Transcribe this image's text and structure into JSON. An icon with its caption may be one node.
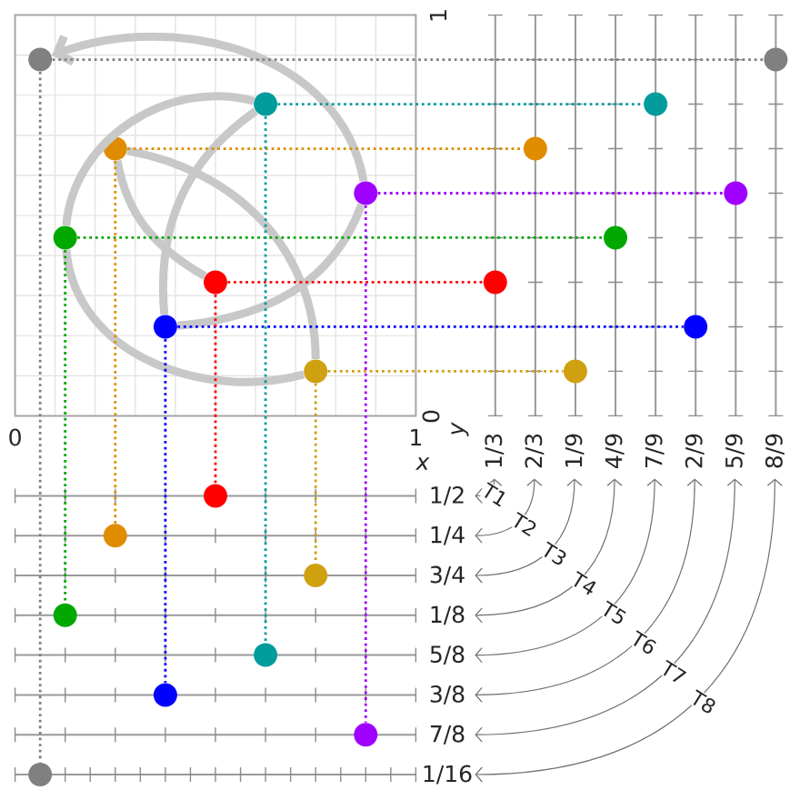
{
  "diagram": {
    "nodes": [
      {
        "text": [],
        "shape": "circle"
      },
      {
        "text": [],
        "shape": "circle"
      },
      {
        "text": [],
        "shape": "circle"
      },
      {
        "text": [],
        "shape": "circle"
      },
      {
        "text": [],
        "shape": "circle"
      },
      {
        "text": [],
        "shape": "circle"
      },
      {
        "text": [],
        "shape": "circle"
      },
      {
        "text": [],
        "shape": "circle"
      },
      {
        "text": [],
        "shape": "circle"
      },
      {
        "text": [],
        "shape": "circle"
      },
      {
        "text": [],
        "shape": "circle"
      },
      {
        "text": [],
        "shape": "circle"
      },
      {
        "text": [],
        "shape": "circle"
      },
      {
        "text": [],
        "shape": "circle"
      },
      {
        "text": [],
        "shape": "circle"
      },
      {
        "text": [],
        "shape": "circle"
      },
      {
        "text": [],
        "shape": "circle"
      },
      {
        "text": [],
        "shape": "circle"
      },
      {
        "text": [],
        "shape": "circle"
      },
      {
        "text": [],
        "shape": "circle"
      },
      {
        "text": [],
        "shape": "circle"
      },
      {
        "text": [],
        "shape": "circle"
      },
      {
        "text": [],
        "shape": "circle"
      },
      {
        "text": [],
        "shape": "circle"
      },
      {
        "text": [
          "1/3"
        ]
      },
      {
        "text": [
          "2/3"
        ]
      },
      {
        "text": [
          "1/9"
        ]
      },
      {
        "text": [
          "4/9"
        ]
      },
      {
        "text": [
          "7/9"
        ]
      },
      {
        "text": [
          "2/9"
        ]
      },
      {
        "text": [
          "5/9"
        ]
      },
      {
        "text": [
          "8/9"
        ]
      },
      {
        "text": [
          "1/2"
        ]
      },
      {
        "text": [
          "1/4"
        ]
      },
      {
        "text": [
          "3/4"
        ]
      },
      {
        "text": [
          "1/8"
        ]
      },
      {
        "text": [
          "5/8"
        ]
      },
      {
        "text": [
          "3/8"
        ]
      },
      {
        "text": [
          "7/8"
        ]
      },
      {
        "text": [
          "1/16"
        ]
      }
    ],
    "edges": [
      {
        "from": 5,
        "to": 8,
        "arrow": "none",
        "style": "dashed",
        "color": "#ff0000"
      },
      {
        "from": 2,
        "to": 9,
        "arrow": "none",
        "style": "dashed",
        "color": "#e08c00"
      },
      {
        "from": 7,
        "to": 10,
        "arrow": "none",
        "style": "dashed",
        "color": "#cfa010"
      },
      {
        "from": 4,
        "to": 11,
        "arrow": "none",
        "style": "dashed",
        "color": "#00a800"
      },
      {
        "from": 1,
        "to": 12,
        "arrow": "none",
        "style": "dashed",
        "color": "#009c9c"
      },
      {
        "from": 6,
        "to": 13,
        "arrow": "none",
        "style": "dashed",
        "color": "#0000ff"
      },
      {
        "from": 3,
        "to": 14,
        "arrow": "none",
        "style": "dashed",
        "color": "#9f00ff"
      },
      {
        "from": 0,
        "to": 15,
        "arrow": "none",
        "style": "dashed",
        "color": "#808080"
      },
      {
        "from": 5,
        "to": 16,
        "arrow": "none",
        "style": "dashed",
        "color": "#ff0000"
      },
      {
        "from": 2,
        "to": 17,
        "arrow": "none",
        "style": "dashed",
        "color": "#e08c00"
      },
      {
        "from": 7,
        "to": 18,
        "arrow": "none",
        "style": "dashed",
        "color": "#cfa010"
      },
      {
        "from": 4,
        "to": 19,
        "arrow": "none",
        "style": "dashed",
        "color": "#00a800"
      },
      {
        "from": 1,
        "to": 20,
        "arrow": "none",
        "style": "dashed",
        "color": "#009c9c"
      },
      {
        "from": 6,
        "to": 21,
        "arrow": "none",
        "style": "dashed",
        "color": "#0000ff"
      },
      {
        "from": 3,
        "to": 22,
        "arrow": "none",
        "style": "dashed",
        "color": "#9f00ff"
      },
      {
        "from": 0,
        "to": 23,
        "arrow": "none",
        "style": "dashed",
        "color": "#808080"
      },
      {
        "from": 5,
        "to": 2,
        "arrow": "none",
        "style": "thick",
        "color": "#c8c8c8"
      },
      {
        "from": 2,
        "to": 7,
        "arrow": "none",
        "style": "thick",
        "color": "#c8c8c8"
      },
      {
        "from": 7,
        "to": 4,
        "arrow": "none",
        "style": "thick",
        "color": "#c8c8c8"
      },
      {
        "from": 4,
        "to": 1,
        "arrow": "none",
        "style": "thick",
        "color": "#c8c8c8"
      },
      {
        "from": 1,
        "to": 6,
        "arrow": "none",
        "style": "thick",
        "color": "#c8c8c8"
      },
      {
        "from": 6,
        "to": 3,
        "arrow": "none",
        "style": "thick",
        "color": "#c8c8c8"
      },
      {
        "from": 3,
        "to": 0,
        "arrow": "to",
        "style": "thick",
        "color": "#c8c8c8"
      },
      {
        "from": 24,
        "to": 32,
        "arrow": "both",
        "label": "T1",
        "color": "#707070"
      },
      {
        "from": 25,
        "to": 33,
        "arrow": "both",
        "label": "T2",
        "color": "#707070"
      },
      {
        "from": 26,
        "to": 34,
        "arrow": "both",
        "label": "T3",
        "color": "#707070"
      },
      {
        "from": 27,
        "to": 35,
        "arrow": "both",
        "label": "T4",
        "color": "#707070"
      },
      {
        "from": 28,
        "to": 36,
        "arrow": "both",
        "label": "T5",
        "color": "#707070"
      },
      {
        "from": 29,
        "to": 37,
        "arrow": "both",
        "label": "T6",
        "color": "#707070"
      },
      {
        "from": 30,
        "to": 38,
        "arrow": "both",
        "label": "T7",
        "color": "#707070"
      },
      {
        "from": 31,
        "to": 39,
        "arrow": "both",
        "label": "T8",
        "color": "#707070"
      }
    ],
    "labels": [
      "1",
      "0",
      "y",
      "0",
      "1",
      "x"
    ]
  }
}
